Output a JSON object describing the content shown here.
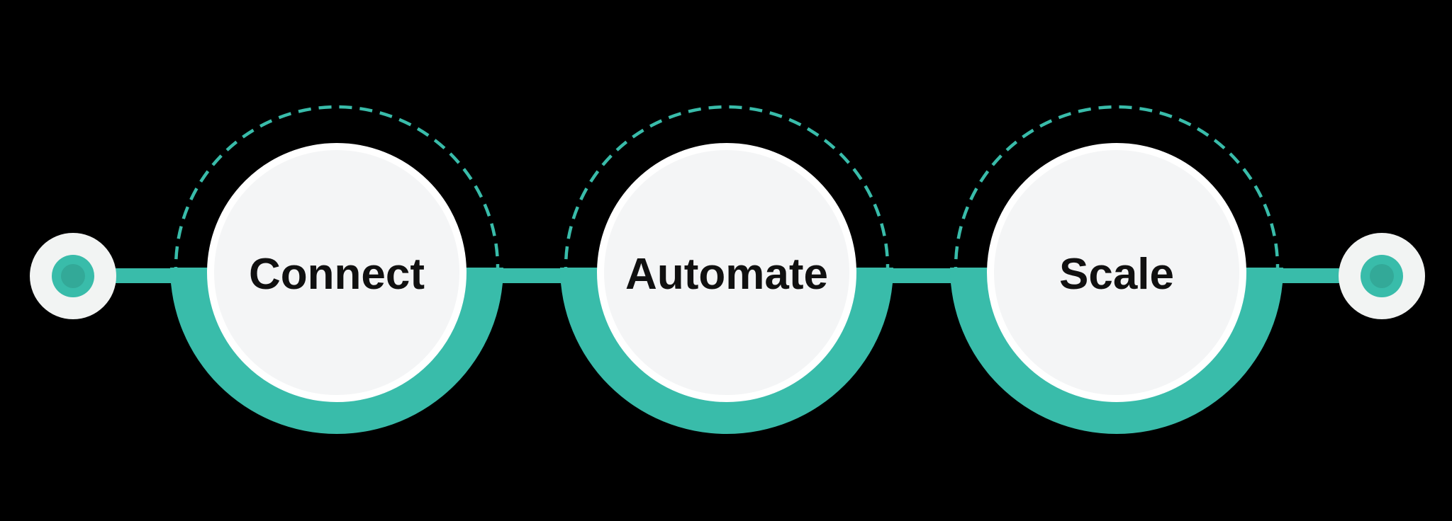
{
  "diagram": {
    "steps": [
      {
        "id": "connect",
        "label": "Connect"
      },
      {
        "id": "automate",
        "label": "Automate"
      },
      {
        "id": "scale",
        "label": "Scale"
      }
    ]
  },
  "colors": {
    "accent": "#39BCAA",
    "endpoint-dot": "#33A998",
    "node-fill": "#F4F5F6",
    "node-rim": "#FFFFFF",
    "endpoint-bg": "#F2F4F3",
    "label": "#101010",
    "background": "#000000"
  }
}
